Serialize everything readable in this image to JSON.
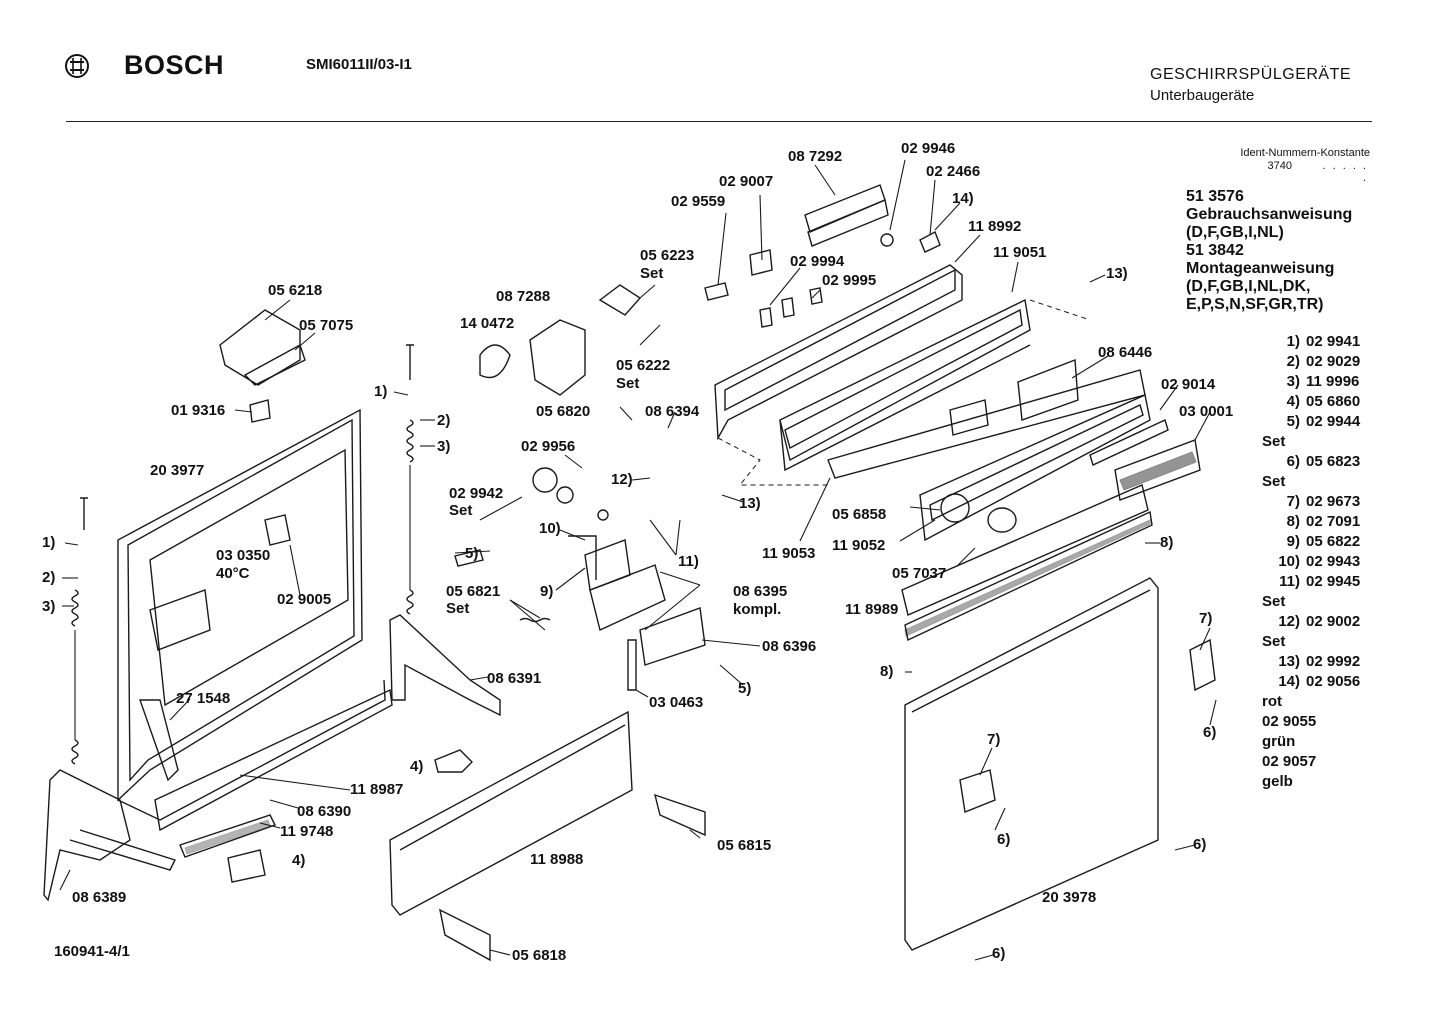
{
  "header": {
    "brand": "BOSCH",
    "model": "SMI6011II/03-I1",
    "title": "GESCHIRRSPÜLGERÄTE",
    "subtitle": "Unterbaugeräte"
  },
  "ident": {
    "label": "Ident-Nummern-Konstante",
    "value": "3740",
    "dots": ". .  . . . ."
  },
  "manuals": [
    {
      "number": "51 3576",
      "name": "Gebrauchsanweisung",
      "langs": "(D,F,GB,I,NL)"
    },
    {
      "number": "51 3842",
      "name": "Montageanweisung",
      "langs": "(D,F,GB,I,NL,DK,",
      "langs2": "E,P,S,N,SF,GR,TR)"
    }
  ],
  "notes": [
    {
      "n": "1)",
      "v": "02 9941"
    },
    {
      "n": "2)",
      "v": "02 9029"
    },
    {
      "n": "3)",
      "v": "11 9996"
    },
    {
      "n": "4)",
      "v": "05 6860"
    },
    {
      "n": "5)",
      "v": "02 9944",
      "sub": "Set"
    },
    {
      "n": "6)",
      "v": "05 6823",
      "sub": "Set"
    },
    {
      "n": "7)",
      "v": "02 9673"
    },
    {
      "n": "8)",
      "v": "02 7091"
    },
    {
      "n": "9)",
      "v": "05 6822"
    },
    {
      "n": "10)",
      "v": "02 9943"
    },
    {
      "n": "11)",
      "v": "02 9945",
      "sub": "Set"
    },
    {
      "n": "12)",
      "v": "02 9002",
      "sub": "Set"
    },
    {
      "n": "13)",
      "v": "02 9992"
    },
    {
      "n": "14)",
      "v": "02 9056",
      "sub": "rot",
      "extra": [
        "02 9055",
        "grün",
        "02 9057",
        "gelb"
      ]
    }
  ],
  "doc_number": "160941-4/1",
  "labels": {
    "p056218": "05 6218",
    "p057075": "05 7075",
    "p019316": "01 9316",
    "p203977": "20 3977",
    "p030350": "03 0350",
    "p40c": "40°C",
    "p029005": "02 9005",
    "p271548": "27 1548",
    "p118987": "11 8987",
    "p086390": "08 6390",
    "p119748": "11 9748",
    "p086389": "08 6389",
    "p086391": "08 6391",
    "p140472": "14 0472",
    "p087288": "08 7288",
    "p056223": "05 6223",
    "set1": "Set",
    "p056222": "05 6222",
    "set2": "Set",
    "p029559": "02 9559",
    "p029007": "02 9007",
    "p087292": "08 7292",
    "p029946": "02 9946",
    "p022466": "02 2466",
    "p029994": "02 9994",
    "p029995": "02 9995",
    "p118992": "11 8992",
    "p119051": "11 9051",
    "p056820": "05 6820",
    "p086394": "08 6394",
    "p029956": "02 9956",
    "p029942": "02 9942",
    "set3": "Set",
    "p056821": "05 6821",
    "set4": "Set",
    "p086395": "08 6395",
    "kompl": "kompl.",
    "p086396": "08 6396",
    "p030463": "03 0463",
    "p086446": "08 6446",
    "p029014": "02 9014",
    "p030001": "03 0001",
    "p056858": "05 6858",
    "p119053": "11 9053",
    "p119052": "11 9052",
    "p057037": "05 7037",
    "p118989": "11 8989",
    "p118988": "11 8988",
    "p056815": "05 6815",
    "p056818": "05 6818",
    "p203978": "20 3978",
    "c1a": "1)",
    "c2a": "2)",
    "c3a": "3)",
    "c1b": "1)",
    "c2b": "2)",
    "c3b": "3)",
    "c4a": "4)",
    "c4b": "4)",
    "c5a": "5)",
    "c5b": "5)",
    "c6a": "6)",
    "c6b": "6)",
    "c6c": "6)",
    "c6d": "6)",
    "c7a": "7)",
    "c7b": "7)",
    "c8a": "8)",
    "c8b": "8)",
    "c9": "9)",
    "c10": "10)",
    "c11": "11)",
    "c12": "12)",
    "c13a": "13)",
    "c13b": "13)",
    "c14": "14)"
  }
}
